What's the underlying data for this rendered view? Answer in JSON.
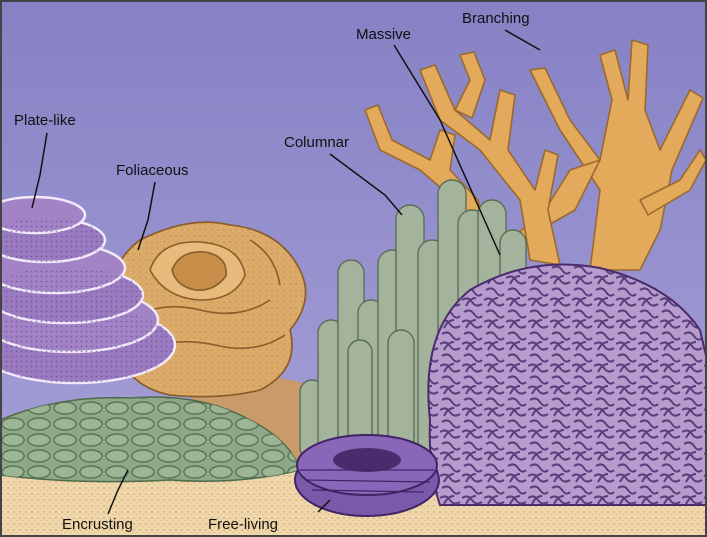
{
  "labels": {
    "plate_like": "Plate-like",
    "foliaceous": "Foliaceous",
    "columnar": "Columnar",
    "massive": "Massive",
    "branching": "Branching",
    "encrusting": "Encrusting",
    "free_living": "Free-living"
  },
  "colors": {
    "water_top": "#8b86c8",
    "water_bottom": "#a59ed6",
    "sand": "#efd7ab",
    "plate_coral": "#9b7bc0",
    "foliaceous_coral": "#d9a866",
    "columnar_coral": "#9fb09a",
    "massive_coral": "#b69ccc",
    "branching_coral": "#e1a95a",
    "encrusting_coral": "#8ea88a",
    "free_living_coral": "#8a66b8"
  }
}
